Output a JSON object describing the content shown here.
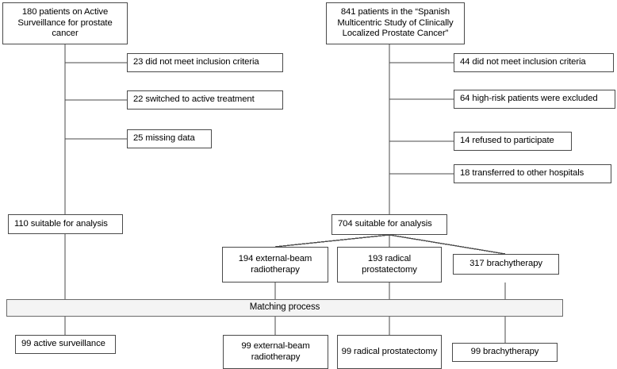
{
  "diagram": {
    "title": "Patient flow diagram: Active Surveillance vs Spanish Multicentric Study cohorts",
    "type": "flowchart",
    "sources": {
      "left": "180 patients on Active Surveillance for prostate cancer",
      "right": "841 patients in the “Spanish Multicentric Study of Clinically Localized Prostate Cancer”"
    },
    "left_exclusions": [
      "23 did not meet inclusion criteria",
      "22 switched to active treatment",
      "25 missing data"
    ],
    "right_exclusions": [
      "44 did not meet inclusion criteria",
      "64 high-risk patients were excluded",
      "14 refused to participate",
      "18 transferred to other hospitals"
    ],
    "analysis": {
      "left": "110 suitable for analysis",
      "right": "704 suitable for analysis"
    },
    "treatment_arms": [
      "194 external-beam radiotherapy",
      "193 radical prostatectomy",
      "317 brachytherapy"
    ],
    "matching": "Matching process",
    "matched_arms": [
      "99 active surveillance",
      "99 external-beam radiotherapy",
      "99 radical prostatectomy",
      "99 brachytherapy"
    ],
    "colors": {
      "line": "#4a4a4a",
      "banner_fill": "#f4f4f4",
      "background": "#ffffff",
      "text": "#000000"
    }
  }
}
